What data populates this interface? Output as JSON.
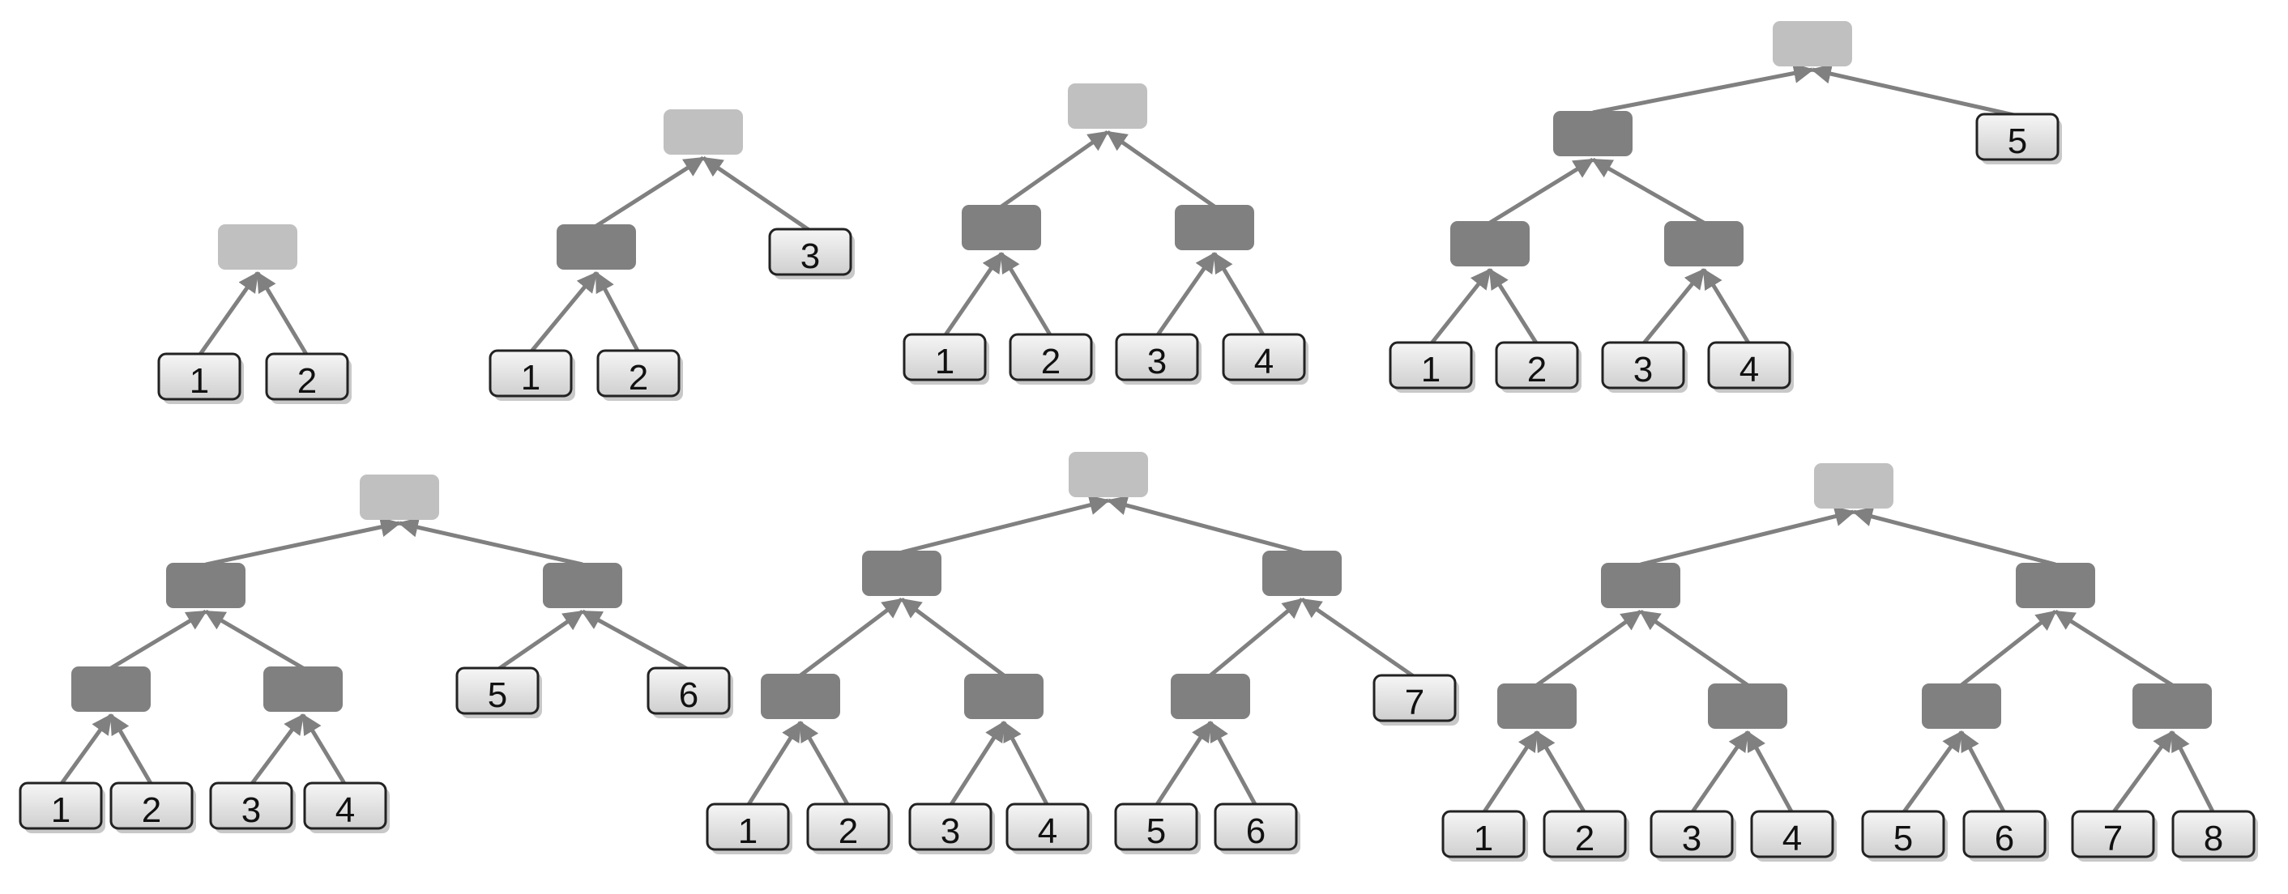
{
  "diagram": {
    "trees": [
      {
        "leaves": [
          "1",
          "2"
        ]
      },
      {
        "leaves": [
          "1",
          "2",
          "3"
        ]
      },
      {
        "leaves": [
          "1",
          "2",
          "3",
          "4"
        ]
      },
      {
        "leaves": [
          "1",
          "2",
          "3",
          "4",
          "5"
        ]
      },
      {
        "leaves": [
          "1",
          "2",
          "3",
          "4",
          "5",
          "6"
        ]
      },
      {
        "leaves": [
          "1",
          "2",
          "3",
          "4",
          "5",
          "6",
          "7"
        ]
      },
      {
        "leaves": [
          "1",
          "2",
          "3",
          "4",
          "5",
          "6",
          "7",
          "8"
        ]
      }
    ],
    "colors": {
      "root": "#c0c0c0",
      "internal": "#808080",
      "edge": "#808080",
      "leaf_fill_top": "#f6f6f6",
      "leaf_fill_bottom": "#cfcfcf",
      "leaf_border": "#222222"
    }
  }
}
